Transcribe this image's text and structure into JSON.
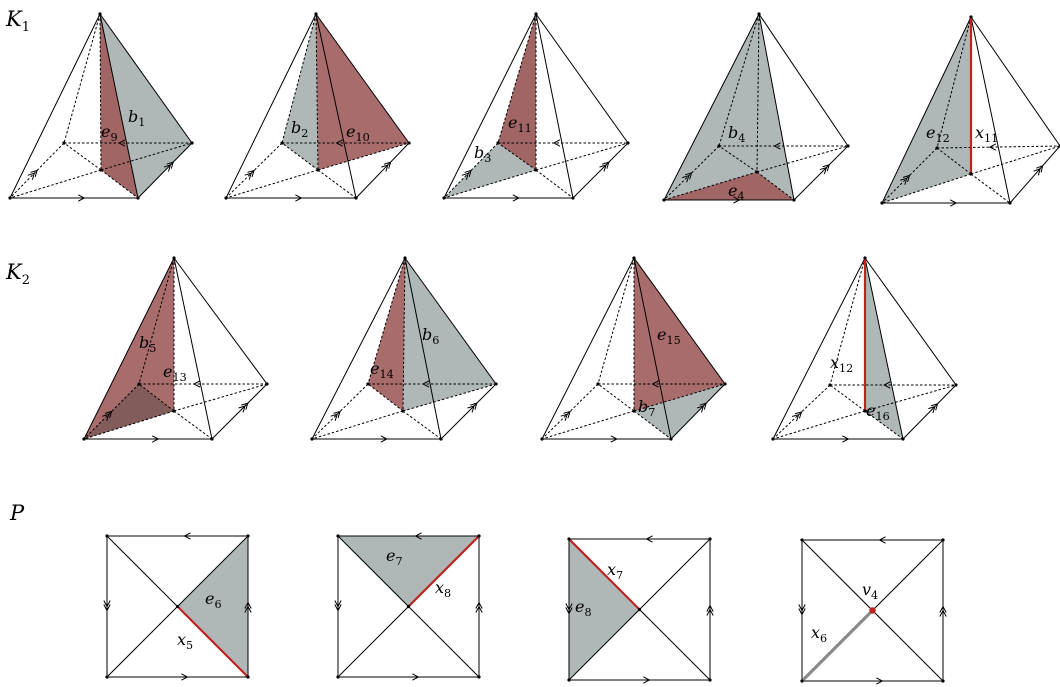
{
  "rows": {
    "k1": {
      "name": "K",
      "sub": "1"
    },
    "k2": {
      "name": "K",
      "sub": "2"
    },
    "p": {
      "name": "P"
    }
  },
  "labels": {
    "b1": [
      "b",
      "1"
    ],
    "e9": [
      "e",
      "9"
    ],
    "b2": [
      "b",
      "2"
    ],
    "e10": [
      "e",
      "10"
    ],
    "b3": [
      "b",
      "3"
    ],
    "e11": [
      "e",
      "11"
    ],
    "b4": [
      "b",
      "4"
    ],
    "e4": [
      "e",
      "4"
    ],
    "e12": [
      "e",
      "12"
    ],
    "x11": [
      "x",
      "11"
    ],
    "b5": [
      "b",
      "5"
    ],
    "e13": [
      "e",
      "13"
    ],
    "e14": [
      "e",
      "14"
    ],
    "b6": [
      "b",
      "6"
    ],
    "e15": [
      "e",
      "15"
    ],
    "b7": [
      "b",
      "7"
    ],
    "x12": [
      "x",
      "12"
    ],
    "e16": [
      "e",
      "16"
    ],
    "e6": [
      "e",
      "6"
    ],
    "x5": [
      "x",
      "5"
    ],
    "e7": [
      "e",
      "7"
    ],
    "x8": [
      "x",
      "8"
    ],
    "x7": [
      "x",
      "7"
    ],
    "e8": [
      "e",
      "8"
    ],
    "v4": [
      "v",
      "4"
    ],
    "x6": [
      "x",
      "6"
    ]
  },
  "colors": {
    "red_fill": "#a05c5c",
    "gray_fill": "#a7afaf",
    "red_edge": "#c0221e",
    "gray_edge": "#8a8a8a",
    "line": "#000000"
  }
}
